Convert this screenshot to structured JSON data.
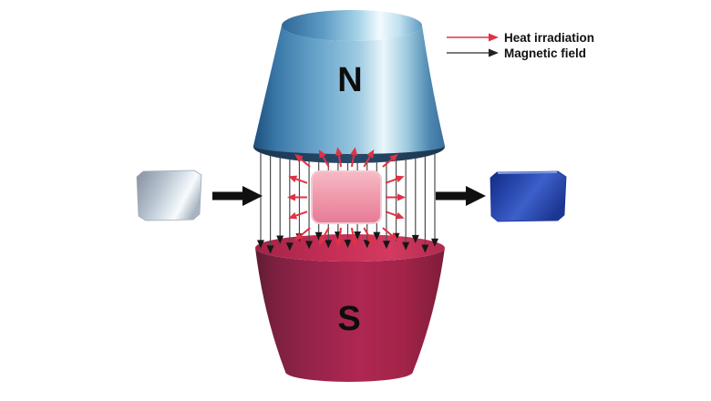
{
  "diagram": {
    "title_hidden": "",
    "background_color": "#ffffff",
    "magnets": {
      "north": {
        "label": "N",
        "body_color": "#3a7cae",
        "underside_color": "#223f5c"
      },
      "south": {
        "label": "S",
        "body_color": "#a62648",
        "top_face_color": "#c62e56"
      }
    },
    "legend": {
      "items": [
        {
          "label": "Heat irradiation",
          "color": "#e03245"
        },
        {
          "label": "Magnetic field",
          "color": "#4d4d4d"
        }
      ]
    },
    "field": {
      "line_count": 19,
      "line_color": "#4d4d4d",
      "arrowhead_color": "#161616"
    },
    "heat": {
      "arrow_count": 18,
      "color": "#e03245"
    },
    "samples": {
      "before_color": "#c8d2de",
      "during_color": "#ee8ba0",
      "after_color": "#2b4cb0"
    },
    "process_arrow_color": "#101010"
  }
}
